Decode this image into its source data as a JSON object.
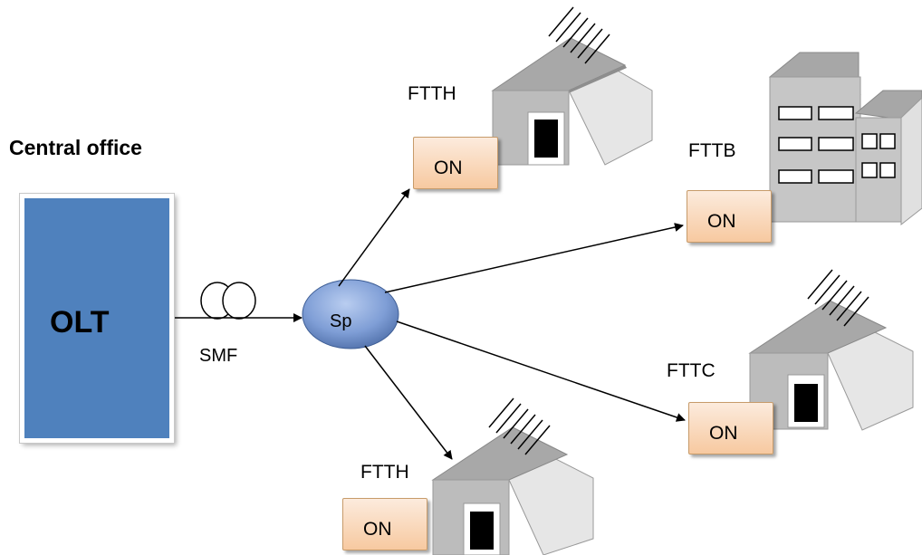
{
  "central_office": {
    "title": "Central office",
    "olt_label": "OLT"
  },
  "fiber": {
    "label": "SMF"
  },
  "splitter": {
    "label": "Sp"
  },
  "endpoints": [
    {
      "type": "FTTH",
      "unit": "ON"
    },
    {
      "type": "FTTB",
      "unit": "ON"
    },
    {
      "type": "FTTC",
      "unit": "ON"
    },
    {
      "type": "FTTH",
      "unit": "ON"
    }
  ],
  "colors": {
    "olt_fill": "#4f81bd",
    "splitter_fill": "#7f9ed6",
    "on_fill": "#f7c9a0",
    "building_front": "#b8b8b8",
    "building_roof": "#8e8e8e"
  }
}
